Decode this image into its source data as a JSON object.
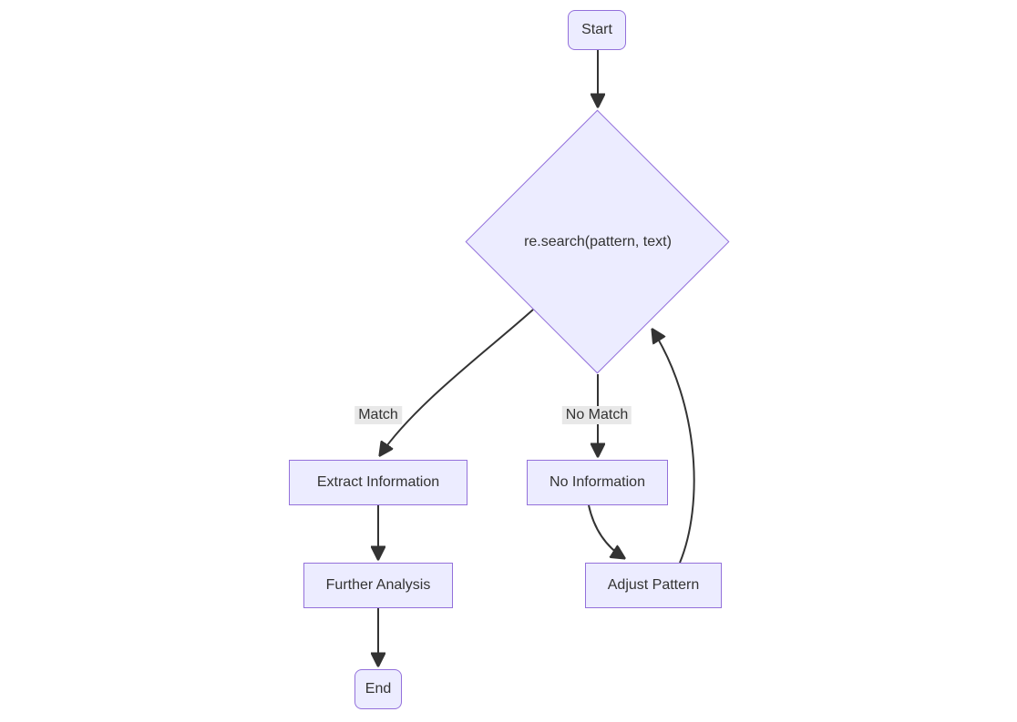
{
  "diagram": {
    "nodes": {
      "start": {
        "label": "Start"
      },
      "decision": {
        "label": "re.search(pattern, text)"
      },
      "extract": {
        "label": "Extract Information"
      },
      "no_info": {
        "label": "No Information"
      },
      "further": {
        "label": "Further Analysis"
      },
      "adjust": {
        "label": "Adjust Pattern"
      },
      "end": {
        "label": "End"
      }
    },
    "edge_labels": {
      "match": "Match",
      "no_match": "No Match"
    },
    "colors": {
      "node_fill": "#ECECFF",
      "node_border": "#9370DB",
      "edge": "#333333",
      "text": "#333333",
      "label_bg": "#e8e8e8"
    }
  }
}
